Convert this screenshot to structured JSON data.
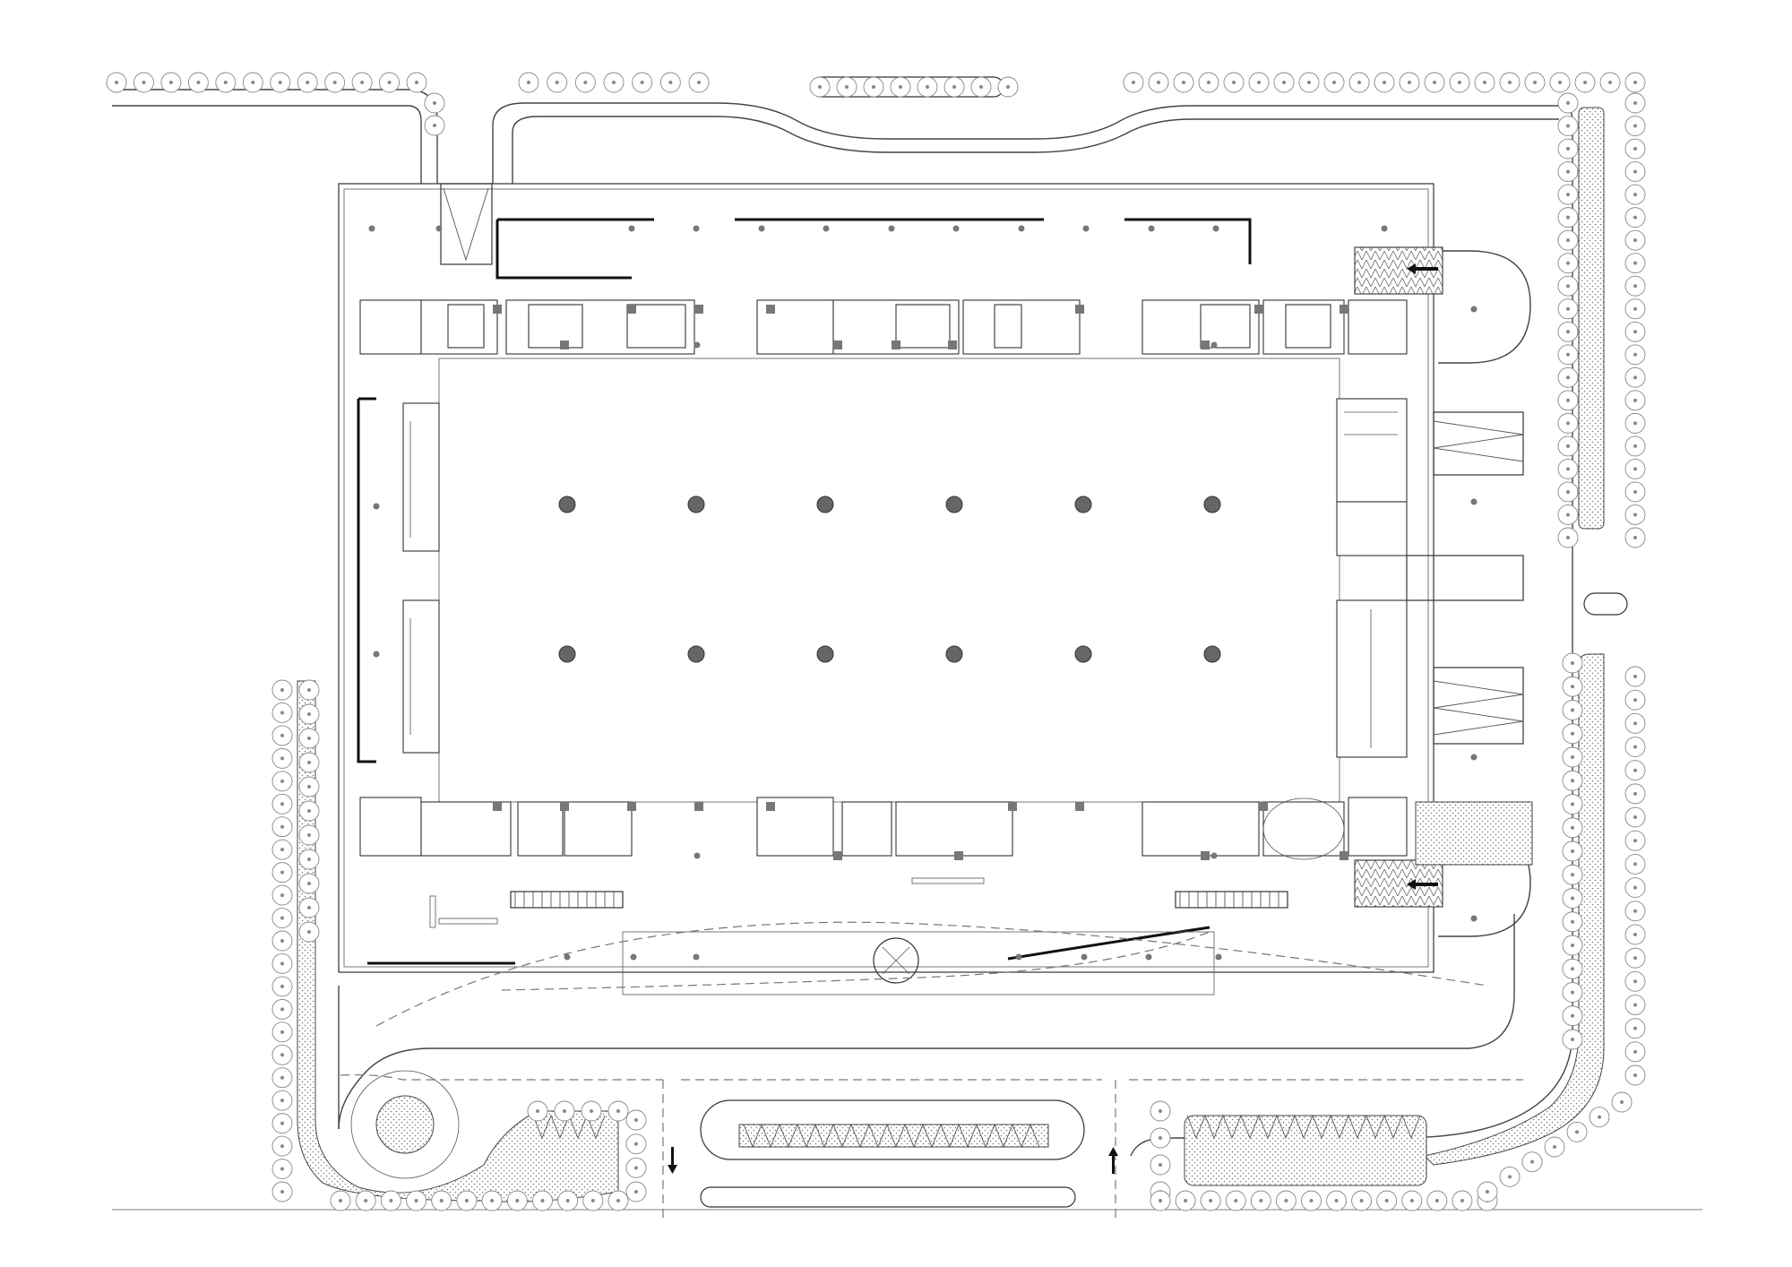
{
  "drawing": {
    "type": "architectural floor plan",
    "background": "#ffffff",
    "line_color": "#333333",
    "column_color": "#666666"
  },
  "hall": {
    "columns": {
      "rows": 2,
      "per_row": 6
    }
  },
  "symbols": {
    "tree": "circle-tree-icon",
    "column": "round-column-icon",
    "direction": "arrow-icon"
  }
}
